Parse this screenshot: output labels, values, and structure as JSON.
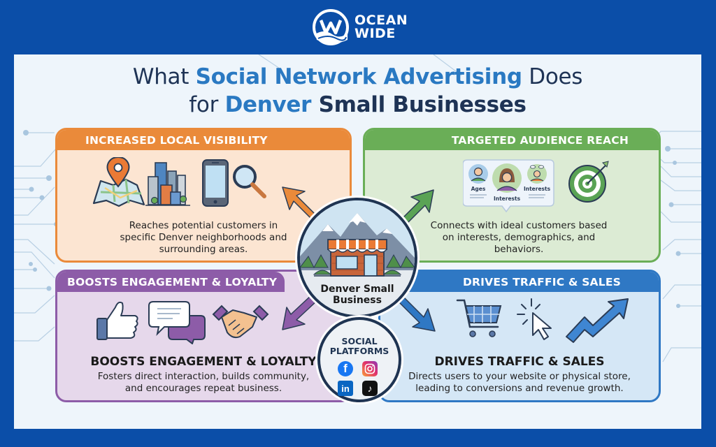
{
  "brand": {
    "logo_line1": "OCEAN",
    "logo_line2": "WIDE",
    "frame_color": "#0b4ea8"
  },
  "title": {
    "line1_prefix": "What ",
    "line1_highlight": "Social Network Advertising",
    "line1_suffix": " Does",
    "line2_prefix": "for ",
    "line2_highlight": "Denver",
    "line2_suffix": " Small Businesses"
  },
  "hub": {
    "label_line1": "Denver Small",
    "label_line2": "Business"
  },
  "social": {
    "title_line1": "SOCIAL",
    "title_line2": "PLATFORMS",
    "platforms": [
      {
        "name": "Facebook",
        "glyph": "f",
        "color": "#1877f2"
      },
      {
        "name": "Instagram",
        "glyph": "",
        "color": "#e1306c"
      },
      {
        "name": "LinkedIn",
        "glyph": "in",
        "color": "#0a66c2"
      },
      {
        "name": "TikTok",
        "glyph": "♪",
        "color": "#111111"
      }
    ]
  },
  "cards": [
    {
      "id": "visibility",
      "header": "INCREASED LOCAL VISIBILITY",
      "color": "#ea8a3a",
      "icons": [
        "map-pin-icon",
        "city-buildings-icon",
        "smartphone-icon",
        "magnifying-glass-icon"
      ],
      "desc_line1": "Reaches potential customers in",
      "desc_line2": "specific Denver neighborhoods and",
      "desc_line3": "surrounding areas."
    },
    {
      "id": "audience",
      "header": "TARGETED AUDIENCE REACH",
      "color": "#6aae57",
      "icons": [
        "audience-profiles-icon",
        "target-icon"
      ],
      "profile_labels": [
        "Ages",
        "Interests",
        "Interests"
      ],
      "desc_line1": "Connects with ideal customers based",
      "desc_line2": "on interests, demographics, and",
      "desc_line3": "behaviors."
    },
    {
      "id": "engagement",
      "header": "BOOSTS ENGAGEMENT & LOYALTY",
      "color": "#8d5ca8",
      "icons": [
        "thumbs-up-icon",
        "chat-bubbles-icon",
        "handshake-icon"
      ],
      "subheading": "BOOSTS ENGAGEMENT & LOYALTY",
      "desc_line1": "Fosters direct interaction, builds community,",
      "desc_line2": "and encourages repeat business."
    },
    {
      "id": "traffic",
      "header": "DRIVES TRAFFIC & SALES",
      "color": "#2f78c4",
      "icons": [
        "shopping-cart-icon",
        "cursor-click-icon",
        "trend-up-arrow-icon"
      ],
      "subheading": "DRIVES TRAFFIC & SALES",
      "desc_line1": "Directs users to your website or physical store,",
      "desc_line2": "leading to conversions and revenue growth."
    }
  ]
}
